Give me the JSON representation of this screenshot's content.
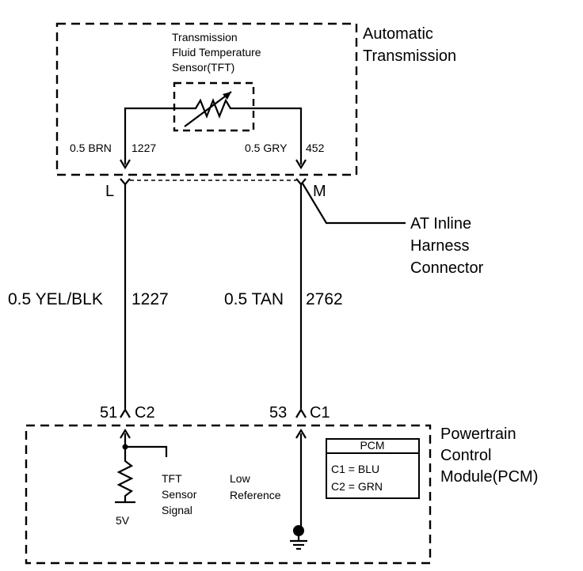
{
  "transmission": {
    "title_line1": "Automatic",
    "title_line2": "Transmission",
    "sensor_line1": "Transmission",
    "sensor_line2": "Fluid Temperature",
    "sensor_line3": "Sensor(TFT)",
    "left_wire": "0.5 BRN",
    "left_circuit": "1227",
    "right_wire": "0.5 GRY",
    "right_circuit": "452"
  },
  "connector": {
    "left_pin": "L",
    "right_pin": "M",
    "label_line1": "AT Inline",
    "label_line2": "Harness",
    "label_line3": "Connector"
  },
  "harness": {
    "left_wire": "0.5 YEL/BLK",
    "left_circuit": "1227",
    "right_wire": "0.5 TAN",
    "right_circuit": "2762"
  },
  "pcm": {
    "left_pin": "51",
    "left_connector": "C2",
    "right_pin": "53",
    "right_connector": "C1",
    "title_line1": "Powertrain",
    "title_line2": "Control",
    "title_line3": "Module(PCM)",
    "signal_line1": "TFT",
    "signal_line2": "Sensor",
    "signal_line3": "Signal",
    "ref_line1": "Low",
    "ref_line2": "Reference",
    "supply": "5V",
    "legend_title": "PCM",
    "legend_row1": "C1 = BLU",
    "legend_row2": "C2 = GRN"
  }
}
